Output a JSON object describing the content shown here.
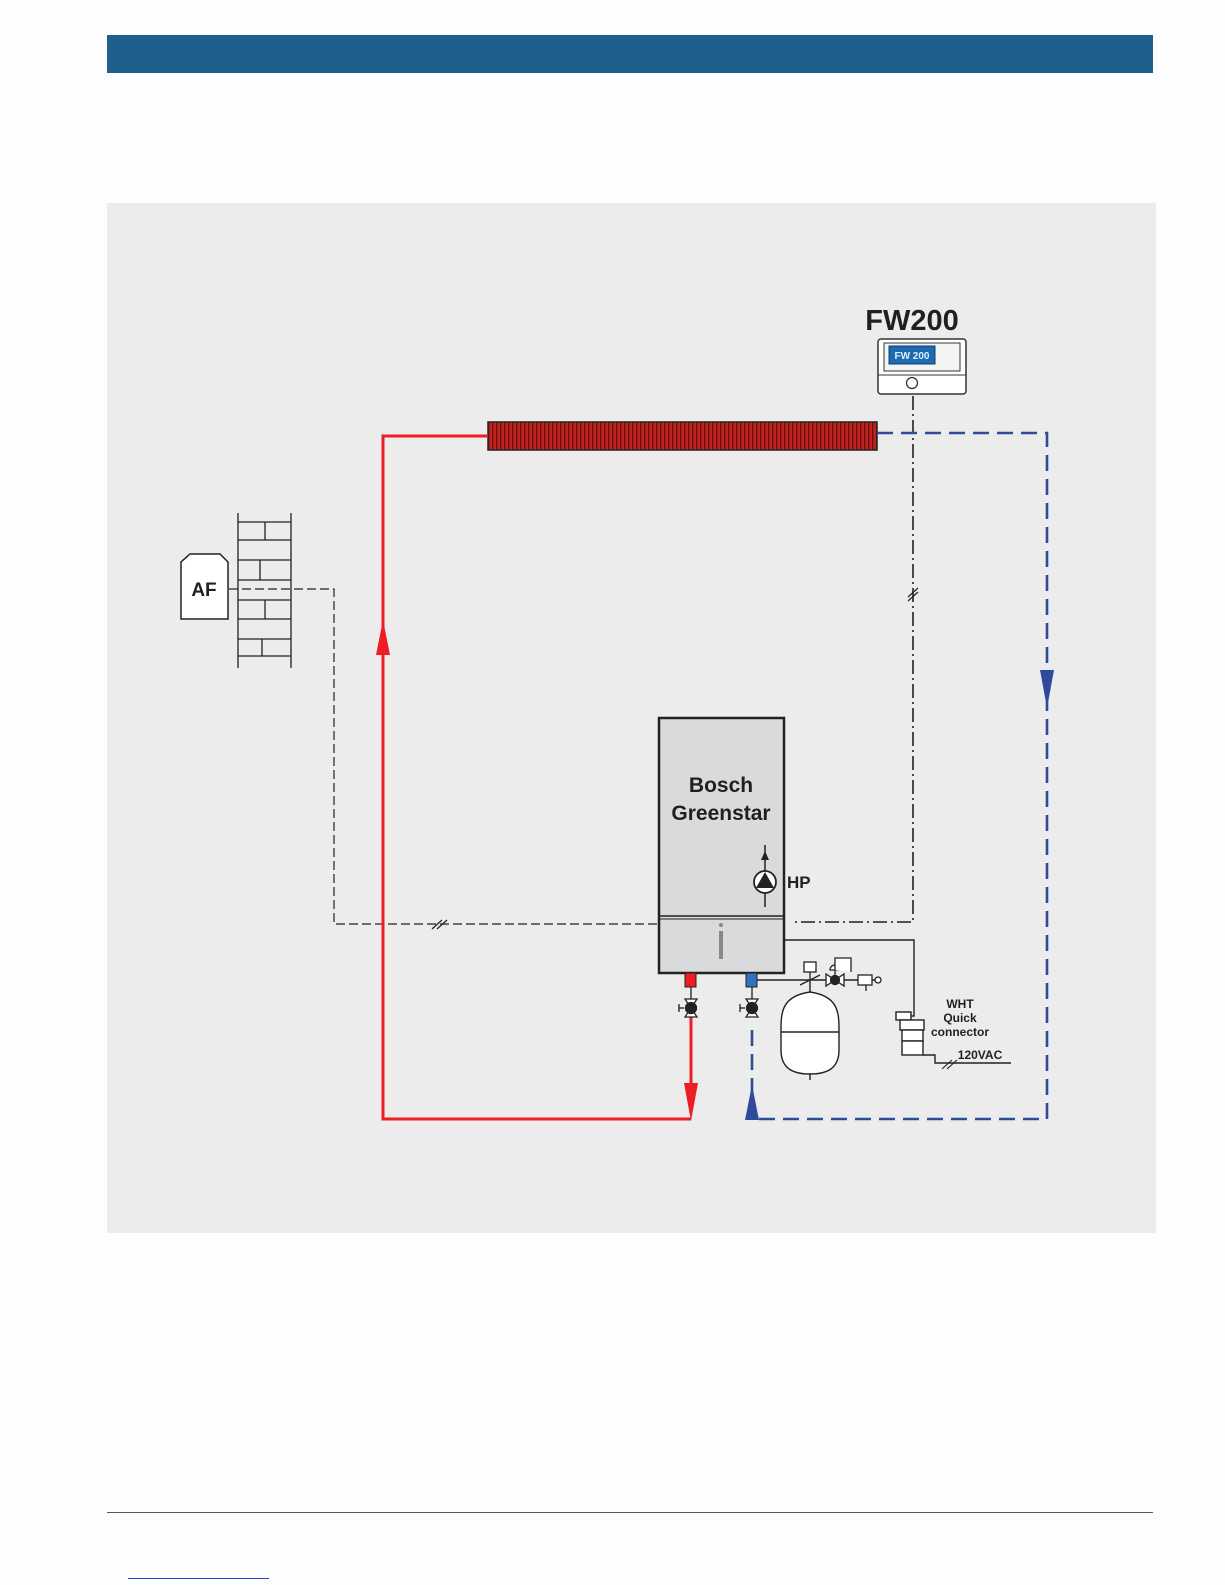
{
  "header": {
    "bar_color": "#1f5f8b"
  },
  "diagram": {
    "controller": {
      "label": "FW200",
      "screen_text": "FW 200"
    },
    "outdoor_sensor": {
      "label": "AF"
    },
    "boiler": {
      "name_line1": "Bosch",
      "name_line2": "Greenstar",
      "info_symbol": "i"
    },
    "pump": {
      "label": "HP"
    },
    "connector": {
      "line1": "WHT",
      "line2": "Quick",
      "line3": "connector",
      "power": "120VAC"
    },
    "colors": {
      "supply": "#ee1c24",
      "return": "#2e4a9a",
      "panel": "#ebeceb",
      "radiator": "#c0231f"
    },
    "icons": [
      "fw200-controller-icon",
      "outdoor-sensor-icon",
      "brick-wall-icon",
      "baseboard-radiator-icon",
      "boiler-icon",
      "pump-icon",
      "isolation-valve-icon",
      "expansion-tank-icon",
      "pressure-relief-valve-icon",
      "quick-connector-icon",
      "flow-arrow-icon"
    ]
  }
}
